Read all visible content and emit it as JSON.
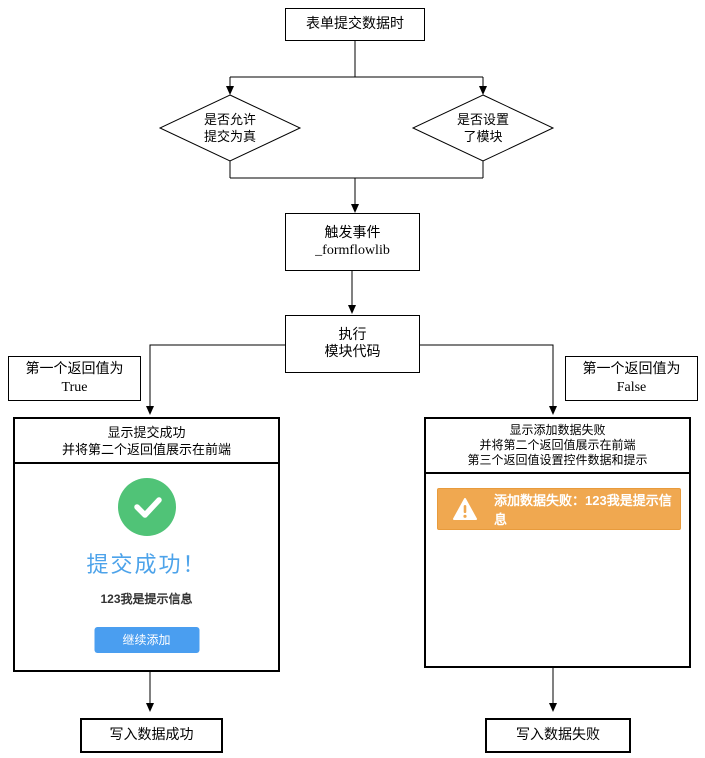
{
  "nodes": {
    "start": {
      "label": "表单提交数据时"
    },
    "decision_allow": {
      "line1": "是否允许",
      "line2": "提交为真"
    },
    "decision_module": {
      "line1": "是否设置",
      "line2": "了模块"
    },
    "trigger": {
      "line1": "触发事件",
      "line2": "_formflowlib"
    },
    "execute": {
      "line1": "执行",
      "line2": "模块代码"
    },
    "branch_true": {
      "line1": "第一个返回值为",
      "line2": "True"
    },
    "branch_false": {
      "line1": "第一个返回值为",
      "line2": "False"
    },
    "success": {
      "header1": "显示提交成功",
      "header2": "并将第二个返回值展示在前端",
      "title": "提交成功！",
      "message": "123我是提示信息",
      "button": "继续添加"
    },
    "failure": {
      "header1": "显示添加数据失败",
      "header2": "并将第二个返回值展示在前端",
      "header3": "第三个返回值设置控件数据和提示",
      "alert": "添加数据失败：123我是提示信息"
    },
    "write_success": {
      "label": "写入数据成功"
    },
    "write_fail": {
      "label": "写入数据失败"
    }
  },
  "icons": {
    "success": "check-icon",
    "warning": "warning-triangle-icon"
  },
  "colors": {
    "success_green": "#50c377",
    "link_blue": "#4da3ea",
    "button_blue": "#4a9ef0",
    "alert_orange": "#f0a850",
    "alert_border": "#e89b3c"
  }
}
